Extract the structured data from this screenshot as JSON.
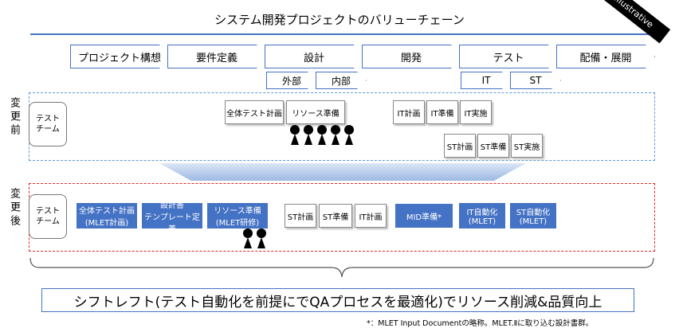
{
  "title": "システム開発プロジェクトのバリューチェーン",
  "badge": "Illustrative",
  "phases": [
    "プロジェクト構想",
    "要件定義",
    "設計",
    "開発",
    "テスト",
    "配備・展開"
  ],
  "design_sub": [
    "外部",
    "内部"
  ],
  "test_sub": [
    "IT",
    "ST"
  ],
  "before": {
    "label": "変更前",
    "team": "テスト\nチーム",
    "tasks": [
      "全体テスト計画",
      "リソース準備",
      "IT計画",
      "IT準備",
      "IT実施",
      "ST計画",
      "ST準備",
      "ST実施"
    ]
  },
  "after": {
    "label": "変更後",
    "team": "テスト\nチーム",
    "tasks_blue": [
      "全体テスト計画\n(MLET計画)",
      "設計書\nテンプレート定義",
      "リソース準備\n(MLET研修)",
      "MID準備*",
      "IT自動化\n(MLET)",
      "ST自動化\n(MLET)"
    ],
    "tasks_white": [
      "ST計画",
      "ST準備",
      "IT計画"
    ]
  },
  "conclusion": "シフトレフト(テスト自動化を前提にでQAプロセスを最適化)でリソース削減&品質向上",
  "footnote": "*：MLET Input Documentの略称。MLET.Ⅱに取り込む設計書群。",
  "colors": {
    "accent": "#4472c4",
    "dashed_blue": "#5b9bd5",
    "dashed_red": "#e32626"
  }
}
